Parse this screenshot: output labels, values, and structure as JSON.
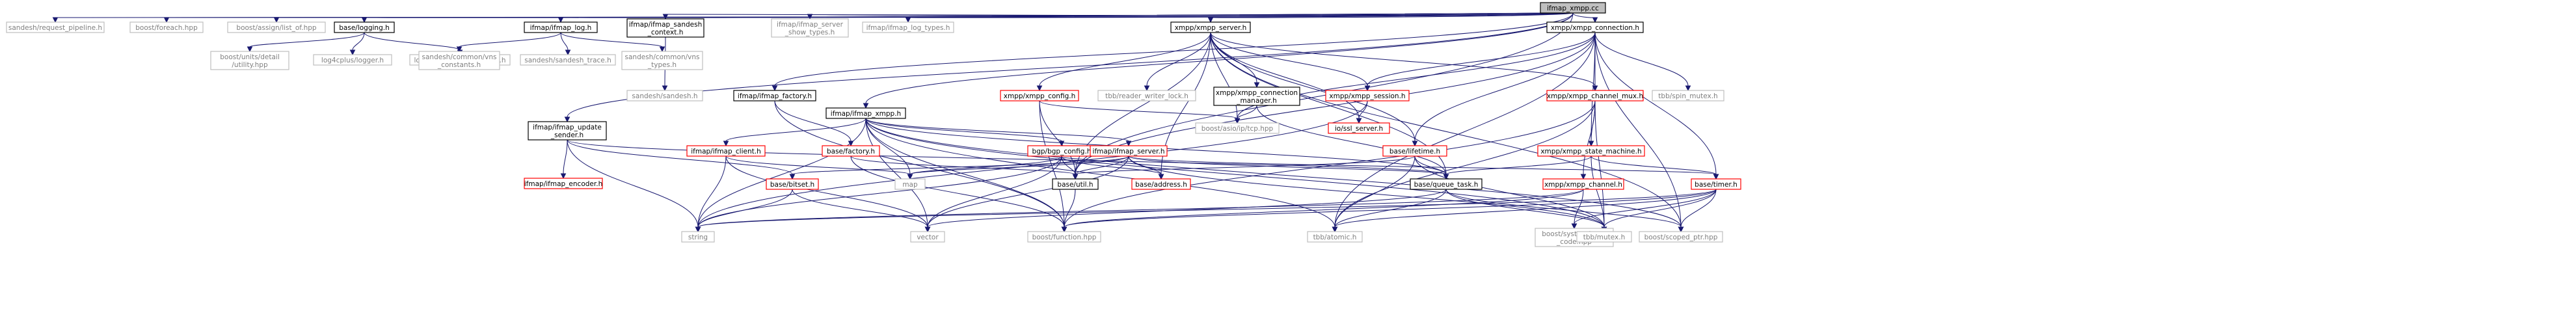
{
  "graph": {
    "colors": {
      "edge": "#191970",
      "root_fill": "#bfbfbf",
      "root_border": "#000000",
      "local_border": "#000000",
      "link_border": "#ff0000",
      "external_border": "#bfbfbf",
      "local_text": "#000000",
      "external_text": "#7f7f7f"
    },
    "nodes": [
      {
        "id": "root",
        "label": "ifmap_xmpp.cc",
        "kind": "root"
      },
      {
        "id": "request_pipeline",
        "label": "sandesh/request_pipeline.h",
        "kind": "external"
      },
      {
        "id": "foreach",
        "label": "boost/foreach.hpp",
        "kind": "external"
      },
      {
        "id": "list_of",
        "label": "boost/assign/list_of.hpp",
        "kind": "external"
      },
      {
        "id": "logging",
        "label": "base/logging.h",
        "kind": "local"
      },
      {
        "id": "ifmap_log",
        "label": "ifmap/ifmap_log.h",
        "kind": "local"
      },
      {
        "id": "ifmap_sandesh_context",
        "label": "ifmap/ifmap_sandesh\n_context.h",
        "kind": "local"
      },
      {
        "id": "ifmap_server_show_types",
        "label": "ifmap/ifmap_server\n_show_types.h",
        "kind": "external"
      },
      {
        "id": "ifmap_log_types",
        "label": "ifmap/ifmap_log_types.h",
        "kind": "external"
      },
      {
        "id": "xmpp_server",
        "label": "xmpp/xmpp_server.h",
        "kind": "local"
      },
      {
        "id": "xmpp_connection",
        "label": "xmpp/xmpp_connection.h",
        "kind": "local"
      },
      {
        "id": "units_utility",
        "label": "boost/units/detail\n/utility.hpp",
        "kind": "external"
      },
      {
        "id": "log4cplus_logger",
        "label": "log4cplus/logger.h",
        "kind": "external"
      },
      {
        "id": "loggingmacros",
        "label": "log4cplus/loggingmacros.h",
        "kind": "external"
      },
      {
        "id": "vns_constants",
        "label": "sandesh/common/vns\n_constants.h",
        "kind": "external"
      },
      {
        "id": "sandesh_trace",
        "label": "sandesh/sandesh_trace.h",
        "kind": "external"
      },
      {
        "id": "vns_types",
        "label": "sandesh/common/vns\n_types.h",
        "kind": "external"
      },
      {
        "id": "sandesh",
        "label": "sandesh/sandesh.h",
        "kind": "external"
      },
      {
        "id": "ifmap_factory",
        "label": "ifmap/ifmap_factory.h",
        "kind": "local"
      },
      {
        "id": "ifmap_xmpp_h",
        "label": "ifmap/ifmap_xmpp.h",
        "kind": "local"
      },
      {
        "id": "ifmap_update_sender",
        "label": "ifmap/ifmap_update\n_sender.h",
        "kind": "local"
      },
      {
        "id": "ifmap_client",
        "label": "ifmap/ifmap_client.h",
        "kind": "link"
      },
      {
        "id": "factory",
        "label": "base/factory.h",
        "kind": "link"
      },
      {
        "id": "bgp_config",
        "label": "bgp/bgp_config.h",
        "kind": "link"
      },
      {
        "id": "ifmap_server",
        "label": "ifmap/ifmap_server.h",
        "kind": "link"
      },
      {
        "id": "xmpp_config",
        "label": "xmpp/xmpp_config.h",
        "kind": "link"
      },
      {
        "id": "reader_writer_lock",
        "label": "tbb/reader_writer_lock.h",
        "kind": "external"
      },
      {
        "id": "xmpp_connection_manager",
        "label": "xmpp/xmpp_connection\n_manager.h",
        "kind": "local"
      },
      {
        "id": "xmpp_session",
        "label": "xmpp/xmpp_session.h",
        "kind": "link"
      },
      {
        "id": "xmpp_channel_mux",
        "label": "xmpp/xmpp_channel_mux.h",
        "kind": "link"
      },
      {
        "id": "spin_mutex",
        "label": "tbb/spin_mutex.h",
        "kind": "external"
      },
      {
        "id": "ifmap_encoder",
        "label": "ifmap/ifmap_encoder.h",
        "kind": "link"
      },
      {
        "id": "bitset",
        "label": "base/bitset.h",
        "kind": "link"
      },
      {
        "id": "map",
        "label": "map",
        "kind": "external"
      },
      {
        "id": "util",
        "label": "base/util.h",
        "kind": "local"
      },
      {
        "id": "address",
        "label": "base/address.h",
        "kind": "link"
      },
      {
        "id": "tcp",
        "label": "boost/asio/ip/tcp.hpp",
        "kind": "external"
      },
      {
        "id": "ssl_server",
        "label": "io/ssl_server.h",
        "kind": "link"
      },
      {
        "id": "lifetime",
        "label": "base/lifetime.h",
        "kind": "link"
      },
      {
        "id": "queue_task",
        "label": "base/queue_task.h",
        "kind": "local"
      },
      {
        "id": "xmpp_state_machine",
        "label": "xmpp/xmpp_state_machine.h",
        "kind": "link"
      },
      {
        "id": "xmpp_channel",
        "label": "xmpp/xmpp_channel.h",
        "kind": "link"
      },
      {
        "id": "timer",
        "label": "base/timer.h",
        "kind": "link"
      },
      {
        "id": "string",
        "label": "string",
        "kind": "external"
      },
      {
        "id": "vector",
        "label": "vector",
        "kind": "external"
      },
      {
        "id": "function",
        "label": "boost/function.hpp",
        "kind": "external"
      },
      {
        "id": "atomic",
        "label": "tbb/atomic.h",
        "kind": "external"
      },
      {
        "id": "system_error_code",
        "label": "boost/system/error\n_code.hpp",
        "kind": "external"
      },
      {
        "id": "mutex",
        "label": "tbb/mutex.h",
        "kind": "external"
      },
      {
        "id": "scoped_ptr",
        "label": "boost/scoped_ptr.hpp",
        "kind": "external"
      }
    ],
    "edges": [
      [
        "root",
        "request_pipeline"
      ],
      [
        "root",
        "foreach"
      ],
      [
        "root",
        "list_of"
      ],
      [
        "root",
        "logging"
      ],
      [
        "root",
        "ifmap_log"
      ],
      [
        "root",
        "ifmap_sandesh_context"
      ],
      [
        "root",
        "ifmap_server_show_types"
      ],
      [
        "root",
        "ifmap_log_types"
      ],
      [
        "root",
        "xmpp_server"
      ],
      [
        "root",
        "xmpp_connection"
      ],
      [
        "root",
        "ifmap_factory"
      ],
      [
        "root",
        "ifmap_xmpp_h"
      ],
      [
        "root",
        "ifmap_update_sender"
      ],
      [
        "root",
        "util"
      ],
      [
        "logging",
        "units_utility"
      ],
      [
        "logging",
        "log4cplus_logger"
      ],
      [
        "logging",
        "loggingmacros"
      ],
      [
        "ifmap_log",
        "vns_constants"
      ],
      [
        "ifmap_log",
        "sandesh_trace"
      ],
      [
        "ifmap_log",
        "vns_types"
      ],
      [
        "ifmap_sandesh_context",
        "sandesh"
      ],
      [
        "ifmap_factory",
        "factory"
      ],
      [
        "ifmap_factory",
        "function"
      ],
      [
        "ifmap_xmpp_h",
        "ifmap_client"
      ],
      [
        "ifmap_xmpp_h",
        "bgp_config"
      ],
      [
        "ifmap_xmpp_h",
        "ifmap_server"
      ],
      [
        "ifmap_xmpp_h",
        "map"
      ],
      [
        "ifmap_xmpp_h",
        "string"
      ],
      [
        "ifmap_xmpp_h",
        "vector"
      ],
      [
        "ifmap_xmpp_h",
        "function"
      ],
      [
        "ifmap_xmpp_h",
        "atomic"
      ],
      [
        "ifmap_xmpp_h",
        "mutex"
      ],
      [
        "ifmap_xmpp_h",
        "queue_task"
      ],
      [
        "ifmap_xmpp_h",
        "scoped_ptr"
      ],
      [
        "ifmap_update_sender",
        "ifmap_encoder"
      ],
      [
        "ifmap_update_sender",
        "bitset"
      ],
      [
        "ifmap_update_sender",
        "string"
      ],
      [
        "ifmap_update_sender",
        "queue_task"
      ],
      [
        "ifmap_client",
        "map"
      ],
      [
        "ifmap_client",
        "string"
      ],
      [
        "ifmap_client",
        "vector"
      ],
      [
        "factory",
        "util"
      ],
      [
        "factory",
        "function"
      ],
      [
        "bgp_config",
        "map"
      ],
      [
        "bgp_config",
        "util"
      ],
      [
        "bgp_config",
        "address"
      ],
      [
        "bgp_config",
        "string"
      ],
      [
        "bgp_config",
        "vector"
      ],
      [
        "ifmap_server",
        "bitset"
      ],
      [
        "ifmap_server",
        "map"
      ],
      [
        "ifmap_server",
        "util"
      ],
      [
        "ifmap_server",
        "address"
      ],
      [
        "ifmap_server",
        "queue_task"
      ],
      [
        "ifmap_server",
        "timer"
      ],
      [
        "ifmap_server",
        "vector"
      ],
      [
        "ifmap_server",
        "mutex"
      ],
      [
        "xmpp_server",
        "xmpp_config"
      ],
      [
        "xmpp_server",
        "reader_writer_lock"
      ],
      [
        "xmpp_server",
        "xmpp_connection_manager"
      ],
      [
        "xmpp_server",
        "xmpp_session"
      ],
      [
        "xmpp_server",
        "xmpp_channel_mux"
      ],
      [
        "xmpp_server",
        "tcp"
      ],
      [
        "xmpp_server",
        "ssl_server"
      ],
      [
        "xmpp_server",
        "lifetime"
      ],
      [
        "xmpp_server",
        "queue_task"
      ],
      [
        "xmpp_server",
        "address"
      ],
      [
        "xmpp_server",
        "util"
      ],
      [
        "xmpp_server",
        "scoped_ptr"
      ],
      [
        "xmpp_config",
        "tcp"
      ],
      [
        "xmpp_config",
        "util"
      ],
      [
        "xmpp_config",
        "function"
      ],
      [
        "xmpp_connection_manager",
        "tcp"
      ],
      [
        "xmpp_connection_manager",
        "queue_task"
      ],
      [
        "xmpp_session",
        "ssl_server"
      ],
      [
        "xmpp_session",
        "string"
      ],
      [
        "xmpp_channel_mux",
        "xmpp_state_machine"
      ],
      [
        "xmpp_channel_mux",
        "xmpp_channel"
      ],
      [
        "xmpp_channel_mux",
        "atomic"
      ],
      [
        "xmpp_channel_mux",
        "mutex"
      ],
      [
        "xmpp_channel_mux",
        "function"
      ],
      [
        "xmpp_connection",
        "xmpp_session"
      ],
      [
        "xmpp_connection",
        "xmpp_channel_mux"
      ],
      [
        "xmpp_connection",
        "xmpp_state_machine"
      ],
      [
        "xmpp_connection",
        "lifetime"
      ],
      [
        "xmpp_connection",
        "timer"
      ],
      [
        "xmpp_connection",
        "spin_mutex"
      ],
      [
        "xmpp_connection",
        "tcp"
      ],
      [
        "xmpp_connection",
        "scoped_ptr"
      ],
      [
        "xmpp_connection",
        "util"
      ],
      [
        "xmpp_connection",
        "atomic"
      ],
      [
        "lifetime",
        "queue_task"
      ],
      [
        "lifetime",
        "util"
      ],
      [
        "lifetime",
        "atomic"
      ],
      [
        "lifetime",
        "mutex"
      ],
      [
        "xmpp_state_machine",
        "queue_task"
      ],
      [
        "xmpp_state_machine",
        "timer"
      ],
      [
        "xmpp_state_machine",
        "mutex"
      ],
      [
        "bitset",
        "string"
      ],
      [
        "bitset",
        "vector"
      ],
      [
        "util",
        "function"
      ],
      [
        "queue_task",
        "atomic"
      ],
      [
        "queue_task",
        "mutex"
      ],
      [
        "queue_task",
        "vector"
      ],
      [
        "queue_task",
        "scoped_ptr"
      ],
      [
        "xmpp_channel",
        "function"
      ],
      [
        "xmpp_channel",
        "system_error_code"
      ],
      [
        "xmpp_channel",
        "string"
      ],
      [
        "timer",
        "function"
      ],
      [
        "timer",
        "system_error_code"
      ],
      [
        "timer",
        "mutex"
      ],
      [
        "timer",
        "scoped_ptr"
      ],
      [
        "timer",
        "atomic"
      ],
      [
        "timer",
        "string"
      ]
    ]
  }
}
